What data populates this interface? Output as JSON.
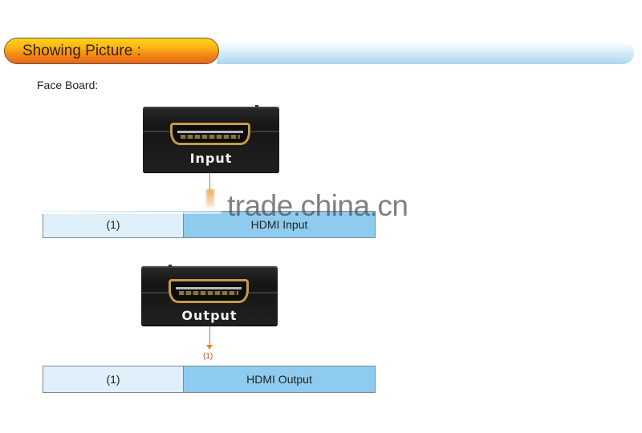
{
  "header": {
    "title": "Showing Picture :"
  },
  "section": {
    "label": "Face Board:"
  },
  "devices": [
    {
      "port_label": "Input",
      "callout": ""
    },
    {
      "port_label": "Output",
      "callout": "(1)"
    }
  ],
  "tables": [
    {
      "number": "(1)",
      "description": "HDMI Input"
    },
    {
      "number": "(1)",
      "description": "HDMI Output"
    }
  ],
  "watermark": "trade.china.cn",
  "colors": {
    "pill_orange": "#f28a16",
    "pill_yellow": "#ffd21c",
    "bar_blue": "#a9d7ef",
    "cell_light": "#dff0fb",
    "cell_blue": "#8ecbef",
    "connector_gold": "#c59a4a"
  }
}
